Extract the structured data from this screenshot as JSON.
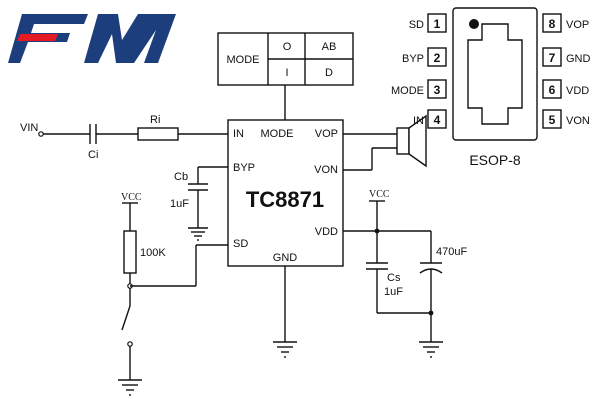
{
  "brand": {
    "logo_text": "FM",
    "primary_color": "#1c3e7c",
    "accent_color": "#e51a24"
  },
  "mode_table": {
    "header": "MODE",
    "row1": [
      "O",
      "AB"
    ],
    "row2": [
      "I",
      "D"
    ]
  },
  "chip": {
    "name": "TC8871",
    "pins": {
      "in": "IN",
      "mode": "MODE",
      "vop": "VOP",
      "byp": "BYP",
      "von": "VON",
      "sd": "SD",
      "vdd": "VDD",
      "gnd": "GND"
    }
  },
  "components": {
    "vin": "VIN",
    "ci": "Ci",
    "ri": "Ri",
    "cb": "Cb",
    "cb_value": "1uF",
    "r_sd_value": "100K",
    "vcc": "VCC",
    "cs": "Cs",
    "cs_value": "1uF",
    "c_bulk_value": "470uF"
  },
  "package": {
    "name": "ESOP-8",
    "left_pins": [
      {
        "num": "1",
        "label": "SD"
      },
      {
        "num": "2",
        "label": "BYP"
      },
      {
        "num": "3",
        "label": "MODE"
      },
      {
        "num": "4",
        "label": "IN"
      }
    ],
    "right_pins": [
      {
        "num": "8",
        "label": "VOP"
      },
      {
        "num": "7",
        "label": "GND"
      },
      {
        "num": "6",
        "label": "VDD"
      },
      {
        "num": "5",
        "label": "VON"
      }
    ]
  }
}
